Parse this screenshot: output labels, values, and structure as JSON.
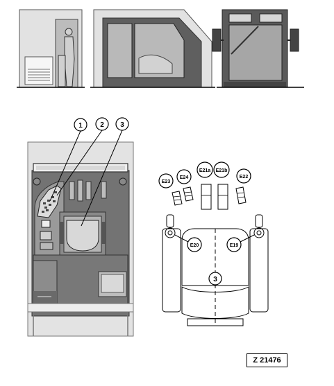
{
  "figure": {
    "reference_code": "Z 21476",
    "overview_callouts": [
      "1",
      "2",
      "3"
    ],
    "controls_callouts": {
      "e23": "E23",
      "e24": "E24",
      "e21a": "E21a",
      "e21b": "E21b",
      "e22": "E22",
      "e20": "E20",
      "e19": "E19",
      "seat": "3"
    }
  },
  "colors": {
    "cab_light": "#e6e6e6",
    "cab_mid": "#bdbdbd",
    "cab_dark": "#6f6f6f",
    "window": "#a9a9a9",
    "floor": "#7d7d7d",
    "line": "#000000"
  }
}
